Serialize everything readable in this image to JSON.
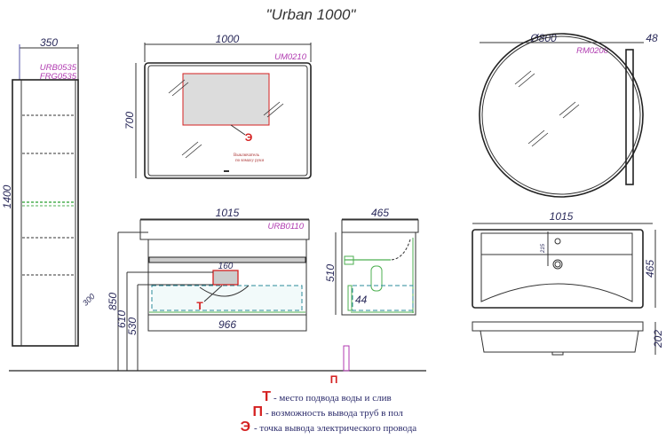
{
  "title": "\"Urban 1000\"",
  "column_cabinet": {
    "width": "350",
    "height": "1400",
    "depth": "300",
    "codes": [
      "URB0535",
      "FRG0535"
    ]
  },
  "rect_mirror": {
    "width": "1000",
    "height": "700",
    "code": "UM0210",
    "marker": "Э",
    "note": [
      "Выключатель",
      "по взмаху руки"
    ]
  },
  "round_mirror": {
    "diameter": "Ø800",
    "depth": "48",
    "code": "RM0208"
  },
  "vanity_front": {
    "width": "1015",
    "code": "URB0110",
    "box_width": "160",
    "inner_width": "966",
    "heights": [
      "850",
      "610",
      "530"
    ],
    "marker": "Т"
  },
  "vanity_side": {
    "depth": "465",
    "height": "510",
    "offset": "44"
  },
  "floor_marker": "П",
  "basin": {
    "width": "1015",
    "depth": "465",
    "height": "202",
    "small": "215"
  },
  "legend": [
    {
      "mark": "Т",
      "text": "- место подвода воды и слив"
    },
    {
      "mark": "П",
      "text": "- возможность вывода труб в пол"
    },
    {
      "mark": "Э",
      "text": "- точка вывода электрического провода"
    }
  ],
  "colors": {
    "marker": "#d42020",
    "code": "#b03ab0",
    "green": "#4caf50",
    "teal": "#2a8a9a"
  }
}
